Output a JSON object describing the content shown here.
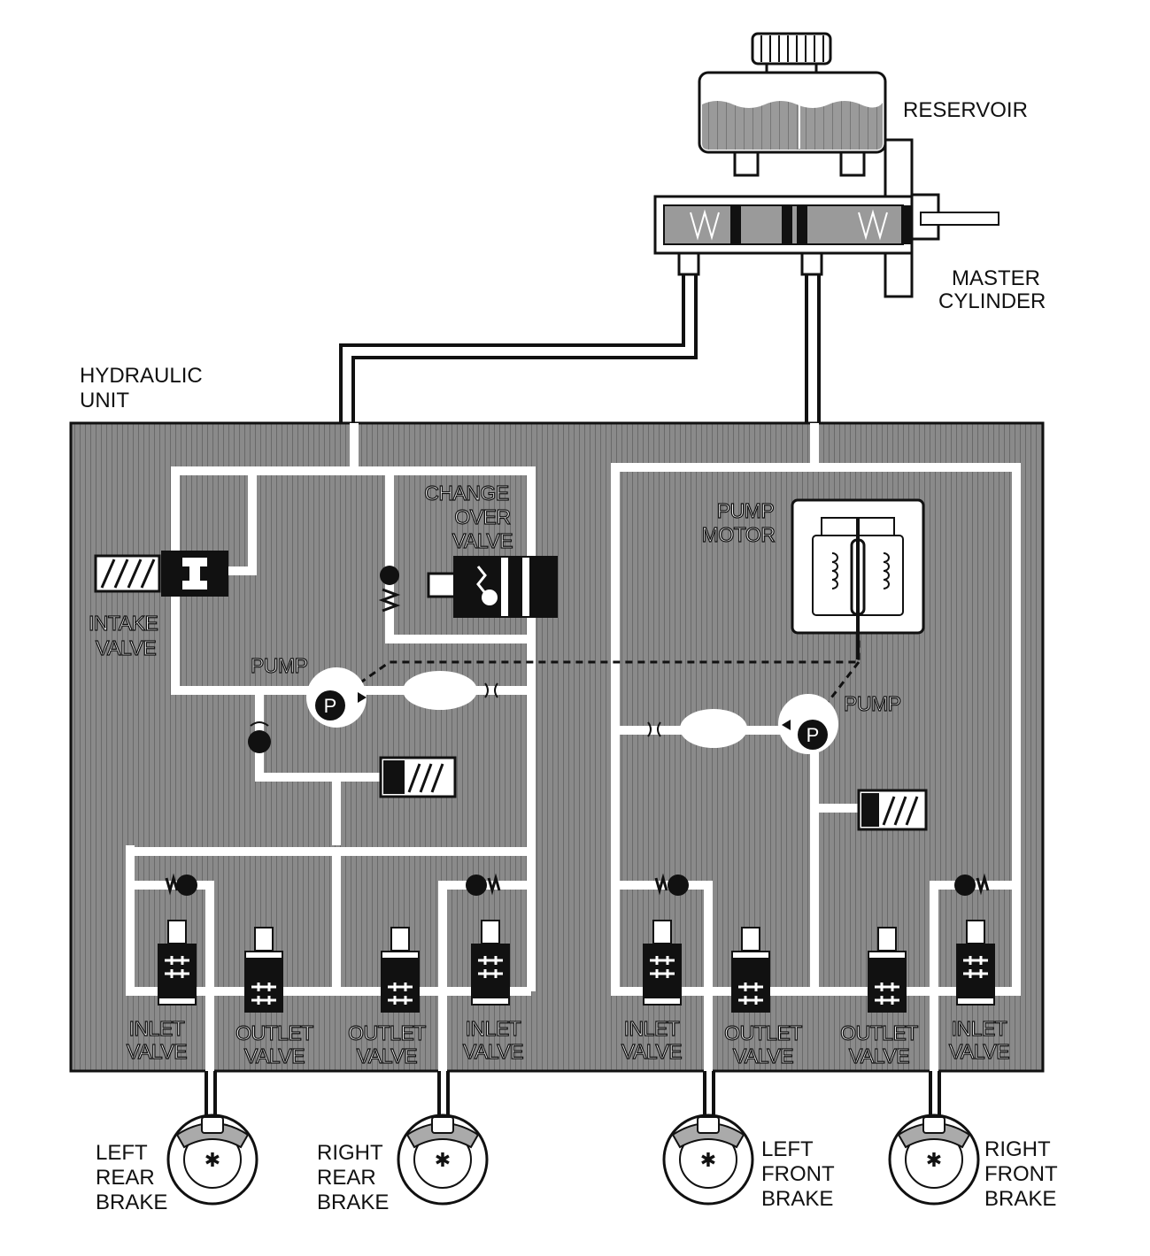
{
  "labels": {
    "reservoir": "RESERVOIR",
    "master_1": "MASTER",
    "master_2": "CYLINDER",
    "hydraulic_1": "HYDRAULIC",
    "hydraulic_2": "UNIT",
    "changeover_1": "CHANGE",
    "changeover_2": "OVER",
    "changeover_3": "VALVE",
    "pump_motor_1": "PUMP",
    "pump_motor_2": "MOTOR",
    "intake_1": "INTAKE",
    "intake_2": "VALVE",
    "pump_left": "PUMP",
    "pump_right": "PUMP",
    "pump_symbol": "P",
    "valves": [
      {
        "l1": "INLET",
        "l2": "VALVE"
      },
      {
        "l1": "OUTLET",
        "l2": "VALVE"
      },
      {
        "l1": "OUTLET",
        "l2": "VALVE"
      },
      {
        "l1": "INLET",
        "l2": "VALVE"
      },
      {
        "l1": "INLET",
        "l2": "VALVE"
      },
      {
        "l1": "OUTLET",
        "l2": "VALVE"
      },
      {
        "l1": "OUTLET",
        "l2": "VALVE"
      },
      {
        "l1": "INLET",
        "l2": "VALVE"
      }
    ],
    "brakes": [
      {
        "l1": "LEFT",
        "l2": "REAR",
        "l3": "BRAKE"
      },
      {
        "l1": "RIGHT",
        "l2": "REAR",
        "l3": "BRAKE"
      },
      {
        "l1": "LEFT",
        "l2": "FRONT",
        "l3": "BRAKE"
      },
      {
        "l1": "RIGHT",
        "l2": "FRONT",
        "l3": "BRAKE"
      }
    ]
  },
  "colors": {
    "unit_fill": "#7d7d7d",
    "line": "#ffffff",
    "ink": "#111111"
  }
}
